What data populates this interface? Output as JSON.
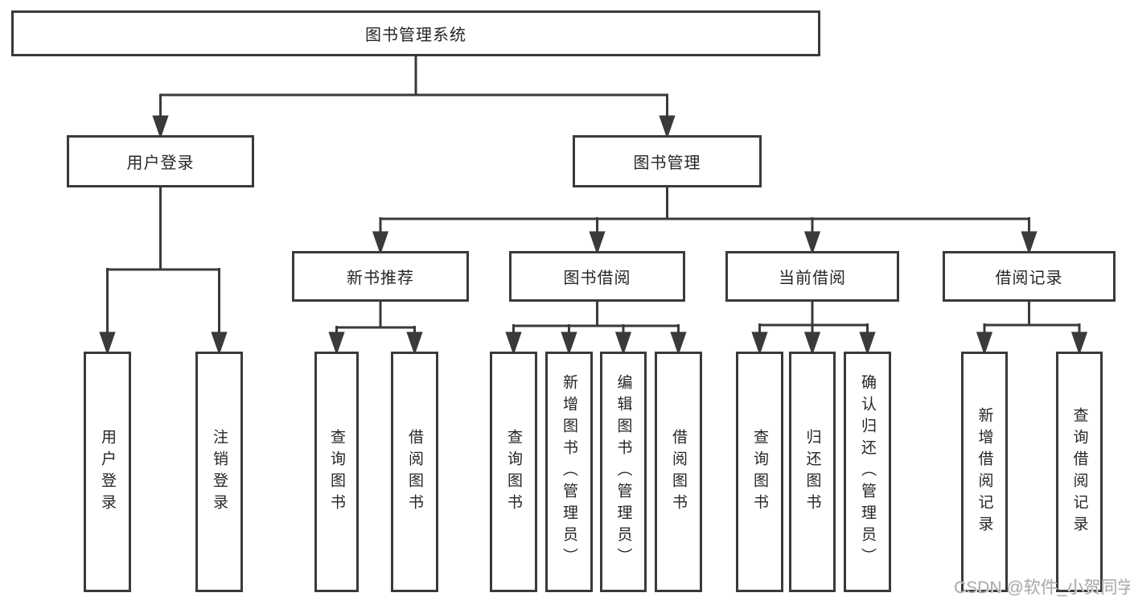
{
  "tree": {
    "root": {
      "label": "图书管理系统"
    },
    "level2": [
      {
        "label": "用户登录"
      },
      {
        "label": "图书管理"
      }
    ],
    "level3": [
      {
        "label": "新书推荐"
      },
      {
        "label": "图书借阅"
      },
      {
        "label": "当前借阅"
      },
      {
        "label": "借阅记录"
      }
    ],
    "leaves": {
      "user_login": [
        "用户登录",
        "注销登录"
      ],
      "new_book_recommend": [
        "查询图书",
        "借阅图书"
      ],
      "book_borrow": [
        "查询图书",
        "新增图书（管理员）",
        "编辑图书（管理员）",
        "借阅图书"
      ],
      "current_borrow": [
        "查询图书",
        "归还图书",
        "确认归还（管理员）"
      ],
      "borrow_records": [
        "新增借阅记录",
        "查询借阅记录"
      ]
    }
  },
  "watermark": "CSDN @软件_小贺同学",
  "colors": {
    "line": "#3a3a3a",
    "box_border": "#3a3a3a",
    "box_background": "#ffffff",
    "text": "#262626",
    "watermark": "#ababab",
    "page_background": "#ffffff"
  }
}
